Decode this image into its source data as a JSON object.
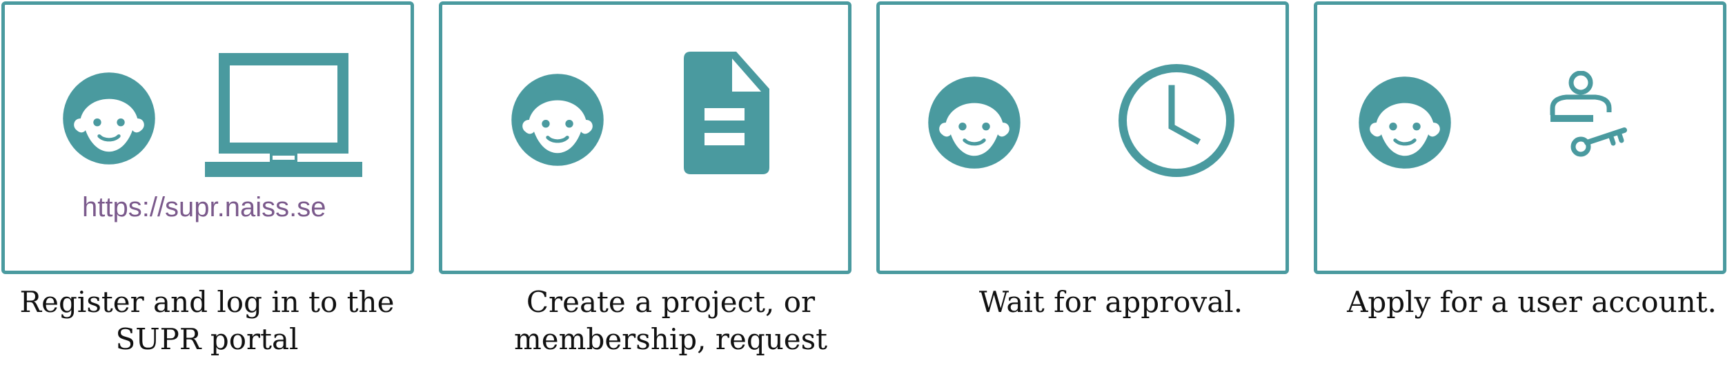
{
  "colors": {
    "teal": "#4a9a9f",
    "url_purple": "#7b5a8c",
    "caption": "#111111"
  },
  "steps": [
    {
      "icons": [
        "face-icon",
        "laptop-icon"
      ],
      "url": "https://supr.naiss.se",
      "caption_line1": "Register and log in to the",
      "caption_line2": "SUPR portal"
    },
    {
      "icons": [
        "face-icon",
        "document-icon"
      ],
      "caption_line1": "Create a project, or",
      "caption_line2": "membership, request"
    },
    {
      "icons": [
        "face-icon",
        "clock-icon"
      ],
      "caption_line1": "Wait for approval."
    },
    {
      "icons": [
        "face-icon",
        "user-key-icon"
      ],
      "caption_line1": "Apply for a user account."
    }
  ]
}
